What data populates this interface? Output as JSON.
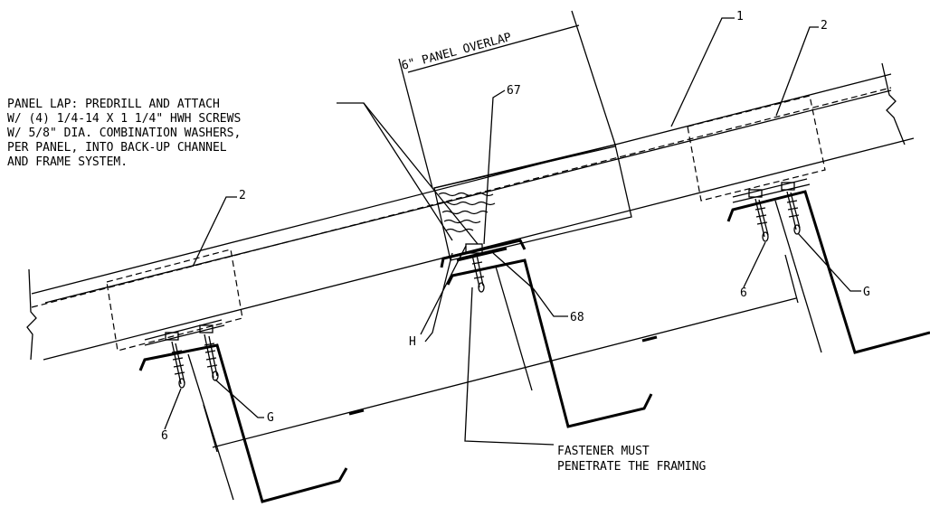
{
  "callouts": {
    "panel_overlap": "6\" PANEL OVERLAP",
    "ref_1": "1",
    "ref_2_right": "2",
    "ref_2_left": "2",
    "ref_67": "67",
    "ref_68": "68",
    "ref_h": "H",
    "ref_g_right": "G",
    "ref_g_left": "G",
    "ref_6_right": "6",
    "ref_6_left": "6"
  },
  "notes": {
    "panel_lap_lines": [
      "PANEL LAP: PREDRILL AND  ATTACH",
      "W/ (4) 1/4-14 X 1 1/4\" HWH SCREWS",
      "W/ 5/8\" DIA. COMBINATION WASHERS,",
      "PER PANEL, INTO BACK-UP CHANNEL",
      "AND FRAME SYSTEM."
    ],
    "fastener_lines": [
      "FASTENER MUST",
      "PENETRATE THE FRAMING"
    ]
  }
}
